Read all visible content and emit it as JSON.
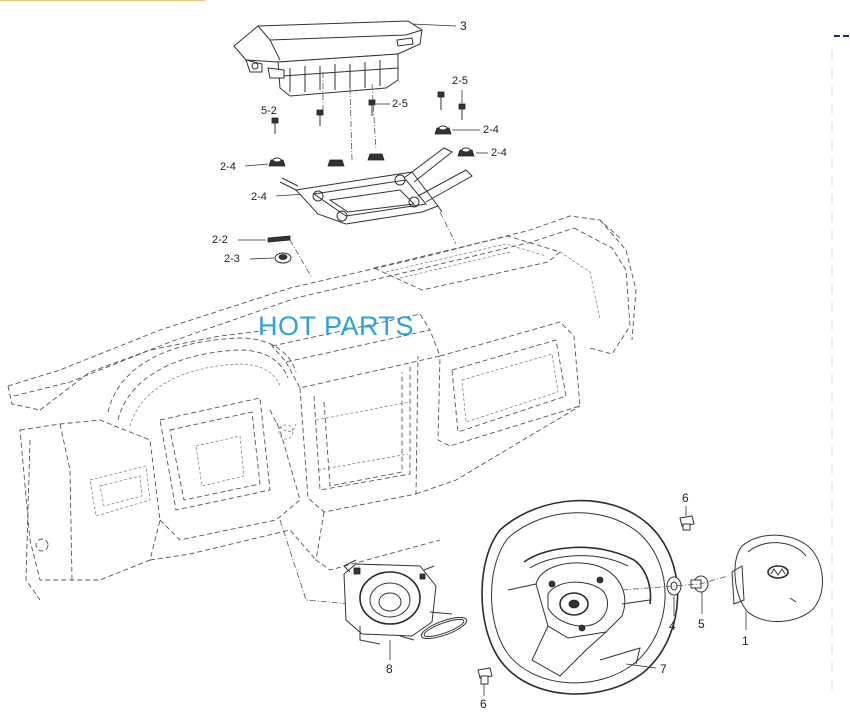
{
  "watermark": "HOT PARTS",
  "colors": {
    "watermark": "#2aa4e0",
    "line": "#333333",
    "background": "#ffffff",
    "edge_accent": "#1a2a8a",
    "top_accent": "#e8c87a"
  },
  "callouts": {
    "airbag_module_passenger": "3",
    "bolt_upper_right": "2-5",
    "bolt_upper_middle": "2-5",
    "bolt_upper_left": "5-2",
    "nut_right_upper": "2-4",
    "nut_right_lower": "2-4",
    "nut_left_upper": "2-4",
    "nut_left_lower": "2-4",
    "screw_dash": "2-2",
    "clip_dash": "2-3",
    "screw_top_wheel": "6",
    "screw_bottom_wheel": "6",
    "washer": "4",
    "bolt_wheel": "5",
    "airbag_module_driver": "1",
    "steering_wheel": "7",
    "clock_spring": "8"
  }
}
